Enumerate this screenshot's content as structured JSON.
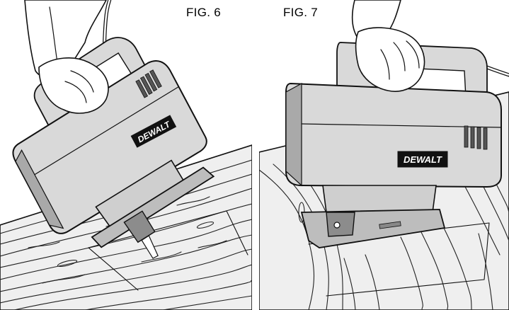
{
  "figures": [
    {
      "label": "FIG. 6",
      "brand": "DEWALT"
    },
    {
      "label": "FIG. 7",
      "brand": "DEWALT"
    }
  ],
  "colors": {
    "ink": "#111111",
    "body": "#d9d9d9",
    "shadow": "#a9a9a9",
    "dark": "#555555",
    "wood": "#efefef"
  }
}
